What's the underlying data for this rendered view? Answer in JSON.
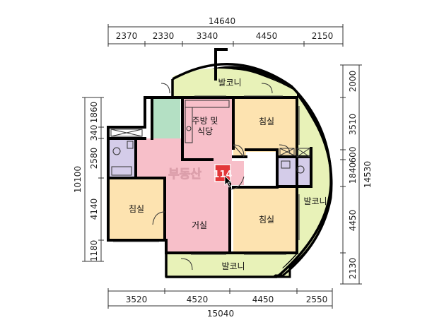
{
  "colors": {
    "balcony": "#e8f2b8",
    "kitchen": "#f7bfc9",
    "bedroom": "#fde3b0",
    "living": "#f7bfc9",
    "bath": "#d4cce9",
    "utility": "#b4e0c4",
    "outline": "#000000",
    "logo_red": "#e02020"
  },
  "dimensions": {
    "top_total": "14640",
    "top_segments": [
      "2370",
      "2330",
      "3340",
      "4450",
      "2150"
    ],
    "bottom_total": "15040",
    "bottom_segments": [
      "3520",
      "4520",
      "4450",
      "2550"
    ],
    "left_total": "10100",
    "left_segments": [
      "1860",
      "340",
      "2580",
      "4140",
      "1180"
    ],
    "right_total": "14530",
    "right_segments": [
      "2000",
      "3510",
      "600",
      "1840",
      "4450",
      "2130"
    ]
  },
  "rooms": {
    "balcony_top": "발코니",
    "kitchen_line1": "주방 및",
    "kitchen_line2": "식당",
    "bedroom_top_right": "침실",
    "bedroom_left": "침실",
    "living": "거실",
    "bedroom_bottom_right": "침실",
    "balcony_right": "발코니",
    "balcony_bottom": "발코니"
  },
  "watermark": {
    "text": "부동산",
    "badge": "114"
  },
  "icons": {
    "cursor": "cursor-icon"
  }
}
